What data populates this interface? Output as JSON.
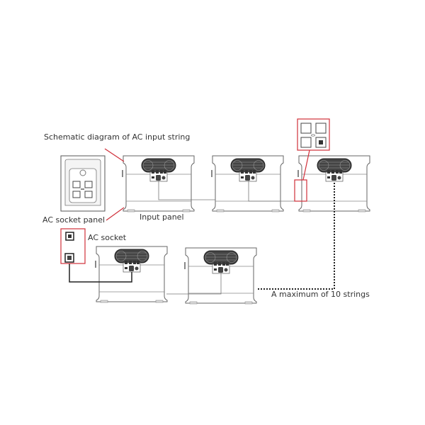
{
  "labels": {
    "title": "Schematic diagram of AC input string",
    "ac_socket_panel": "AC socket panel",
    "input_panel": "Input panel",
    "ac_socket": "AC socket",
    "max_strings": "A maximum of 10 strings"
  },
  "colors": {
    "highlight": "#d0303a",
    "line": "#555555",
    "cable": "#222222"
  }
}
